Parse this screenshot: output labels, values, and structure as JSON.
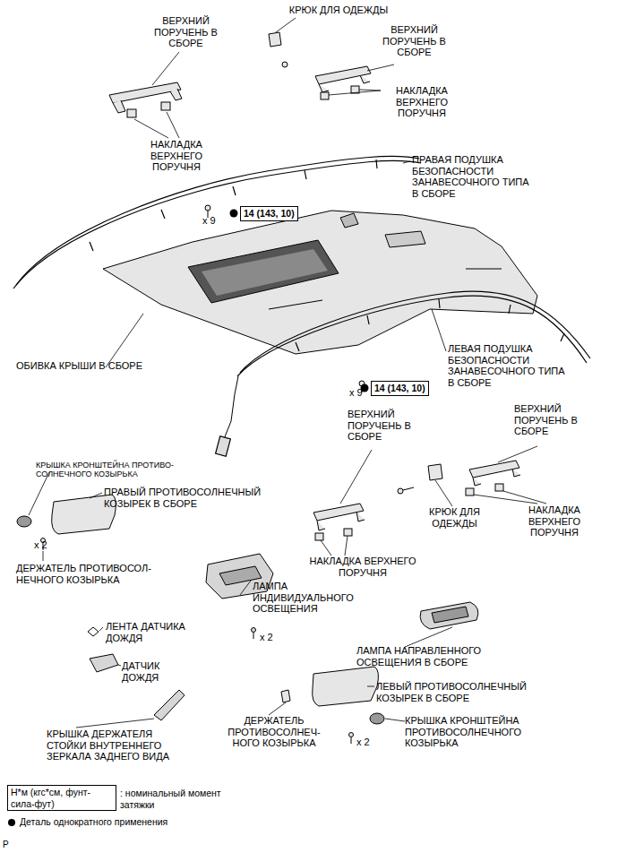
{
  "diagram": {
    "nodes": [
      {
        "text": [
          "14 (143, 10)"
        ]
      },
      {
        "text": [
          "14 (143, 10)"
        ]
      },
      {
        "text": [
          "Н*м (кгс*см, фунт-сила-фут)"
        ]
      }
    ],
    "labels": [
      "ВЕРХНИЙ ПОРУЧЕНЬ В СБОРЕ",
      "КРЮК ДЛЯ ОДЕЖДЫ",
      "ВЕРХНИЙ ПОРУЧЕНЬ В СБОРЕ",
      "НАКЛАДКА ВЕРХНЕГО ПОРУЧНЯ",
      "НАКЛАДКА ВЕРХНЕГО ПОРУЧНЯ",
      "ПРАВАЯ ПОДУШКА БЕЗОПАСНОСТИ ЗАНАВЕСОЧНОГО ТИПА В СБОРЕ",
      "x 9",
      "ОБИВКА КРЫШИ В СБОРЕ",
      "ЛЕВАЯ ПОДУШКА БЕЗОПАСНОСТИ ЗАНАВЕСОЧНОГО ТИПА В СБОРЕ",
      "x 9",
      "ВЕРХНИЙ ПОРУЧЕНЬ В СБОРЕ",
      "ВЕРХНИЙ ПОРУЧЕНЬ В СБОРЕ",
      "КРЫШКА КРОНШТЕЙНА ПРОТИВО- СОЛНЕЧНОГО КОЗЫРЬКА",
      "ПРАВЫЙ ПРОТИВОСОЛНЕЧНЫЙ КОЗЫРЕК В СБОРЕ",
      "КРЮК ДЛЯ ОДЕЖДЫ",
      "НАКЛАДКА ВЕРХНЕГО ПОРУЧНЯ",
      "x 2",
      "ДЕРЖАТЕЛЬ ПРОТИВОСОЛ- НЕЧНОГО КОЗЫРЬКА",
      "НАКЛАДКА ВЕРХНЕГО ПОРУЧНЯ",
      "ЛАМПА ИНДИВИДУАЛЬНОГО ОСВЕЩЕНИЯ",
      "ЛЕНТА ДАТЧИКА ДОЖДЯ",
      "x 2",
      "ДАТЧИК ДОЖДЯ",
      "ЛАМПА НАПРАВЛЕННОГО ОСВЕЩЕНИЯ В СБОРЕ",
      "ЛЕВЫЙ ПРОТИВОСОЛНЕЧНЫЙ КОЗЫРЕК В СБОРЕ",
      "КРЫШКА КРОНШТЕЙНА ПРОТИВОСОЛНЕЧНОГО КОЗЫРЬКА",
      "КРЫШКА ДЕРЖАТЕЛЯ СТОЙКИ ВНУТРЕННЕГО ЗЕРКАЛА ЗАДНЕГО ВИДА",
      "ДЕРЖАТЕЛЬ ПРОТИВОСОЛНЕЧ- НОГО КОЗЫРЬКА",
      "x 2",
      "P"
    ],
    "legend": [
      {
        "text": ": номинальный момент затяжки"
      },
      {
        "text": "Деталь однократного применения"
      }
    ]
  }
}
